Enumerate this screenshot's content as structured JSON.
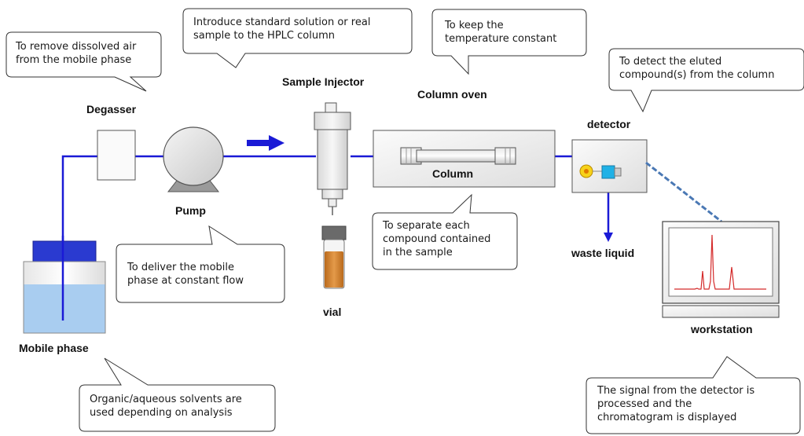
{
  "labels": {
    "degasser": "Degasser",
    "pump": "Pump",
    "sample_injector": "Sample Injector",
    "column_oven": "Column oven",
    "column": "Column",
    "detector": "detector",
    "vial": "vial",
    "waste_liquid": "waste liquid",
    "workstation": "workstation",
    "mobile_phase": "Mobile phase"
  },
  "callouts": {
    "degasser": [
      "To remove dissolved air",
      "from the mobile phase"
    ],
    "injector": [
      "Introduce standard solution or real",
      "sample to the HPLC column"
    ],
    "oven": [
      "To keep the",
      "temperature constant"
    ],
    "detector": [
      "To detect the eluted",
      "compound(s) from the column"
    ],
    "pump": [
      "To deliver the mobile",
      "phase at constant flow"
    ],
    "column": [
      "To separate each",
      "compound contained",
      "in the sample"
    ],
    "mobile_phase": [
      "Organic/aqueous solvents are",
      "used depending on analysis"
    ],
    "workstation": [
      "The signal from the detector is",
      "processed and the",
      "chromatogram is displayed"
    ]
  },
  "colors": {
    "flow_line": "#1a1ad6",
    "solvent": "#a9cdf0",
    "bottle_cap": "#2a3ad0",
    "vial_liquid": "#d9882e",
    "lamp": "#f7d21a",
    "sensor": "#1fb1e6",
    "peaks": "#d42a2a",
    "signal_line": "#4a78b4"
  }
}
